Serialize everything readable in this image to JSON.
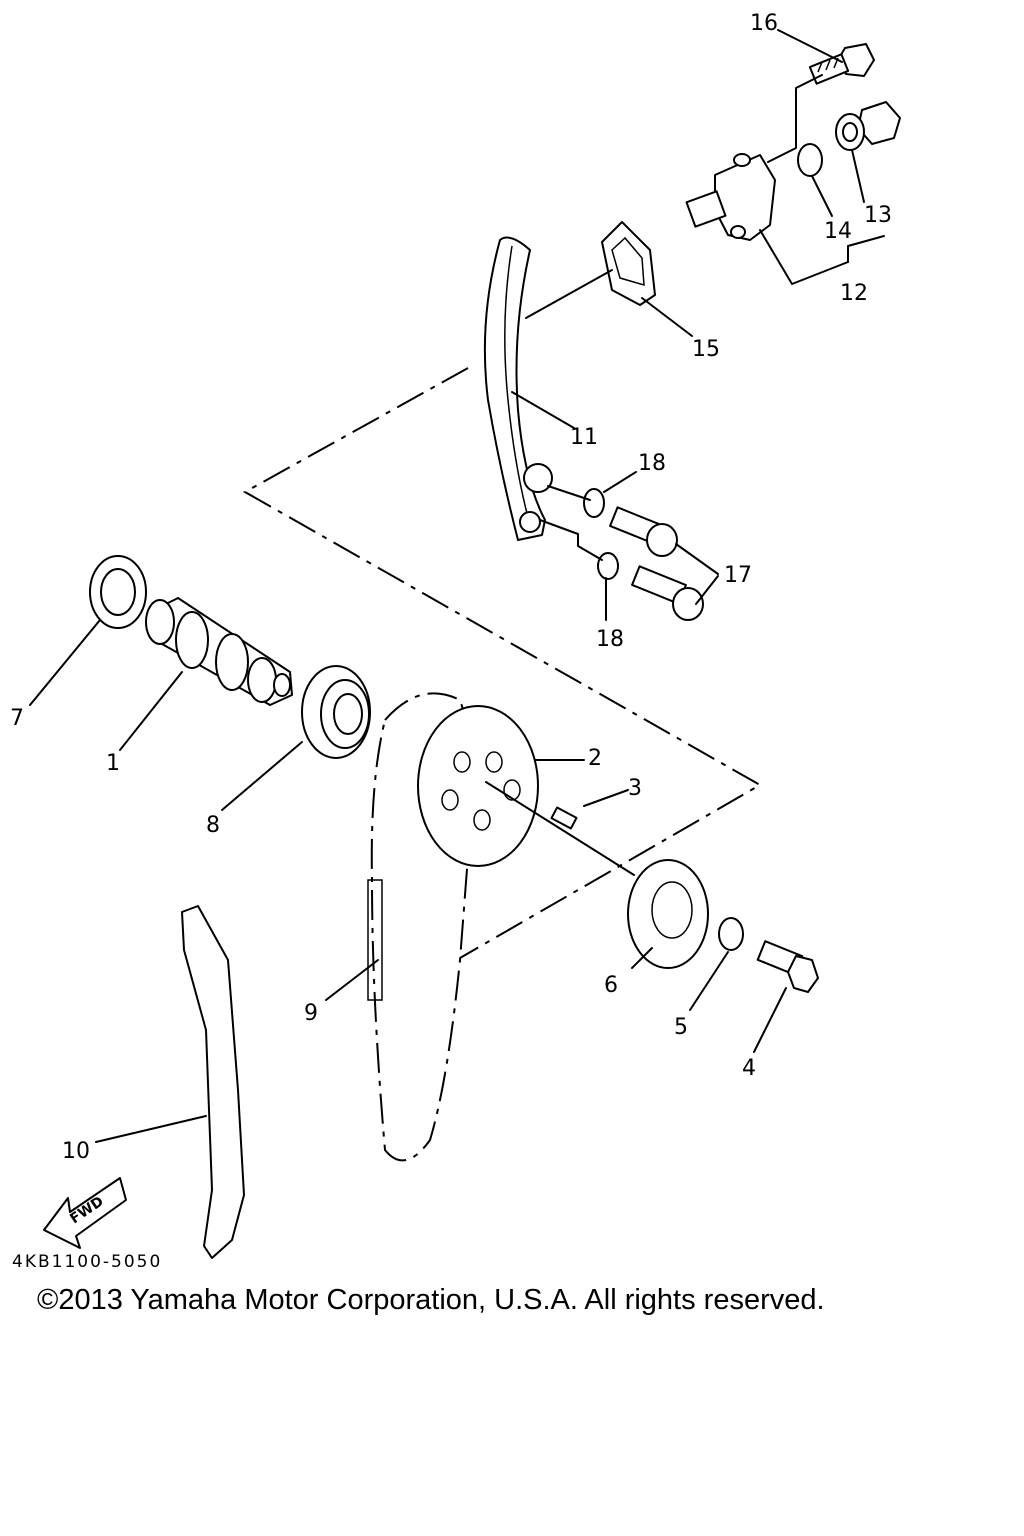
{
  "diagram": {
    "callouts": [
      "1",
      "2",
      "3",
      "4",
      "5",
      "6",
      "7",
      "8",
      "9",
      "10",
      "11",
      "12",
      "13",
      "14",
      "15",
      "16",
      "17",
      "18",
      "18"
    ],
    "fwd_label": "FWD",
    "drawing_code": "4KB1100-5050"
  },
  "footer": {
    "copyright": "©2013 Yamaha Motor Corporation, U.S.A. All rights reserved."
  }
}
